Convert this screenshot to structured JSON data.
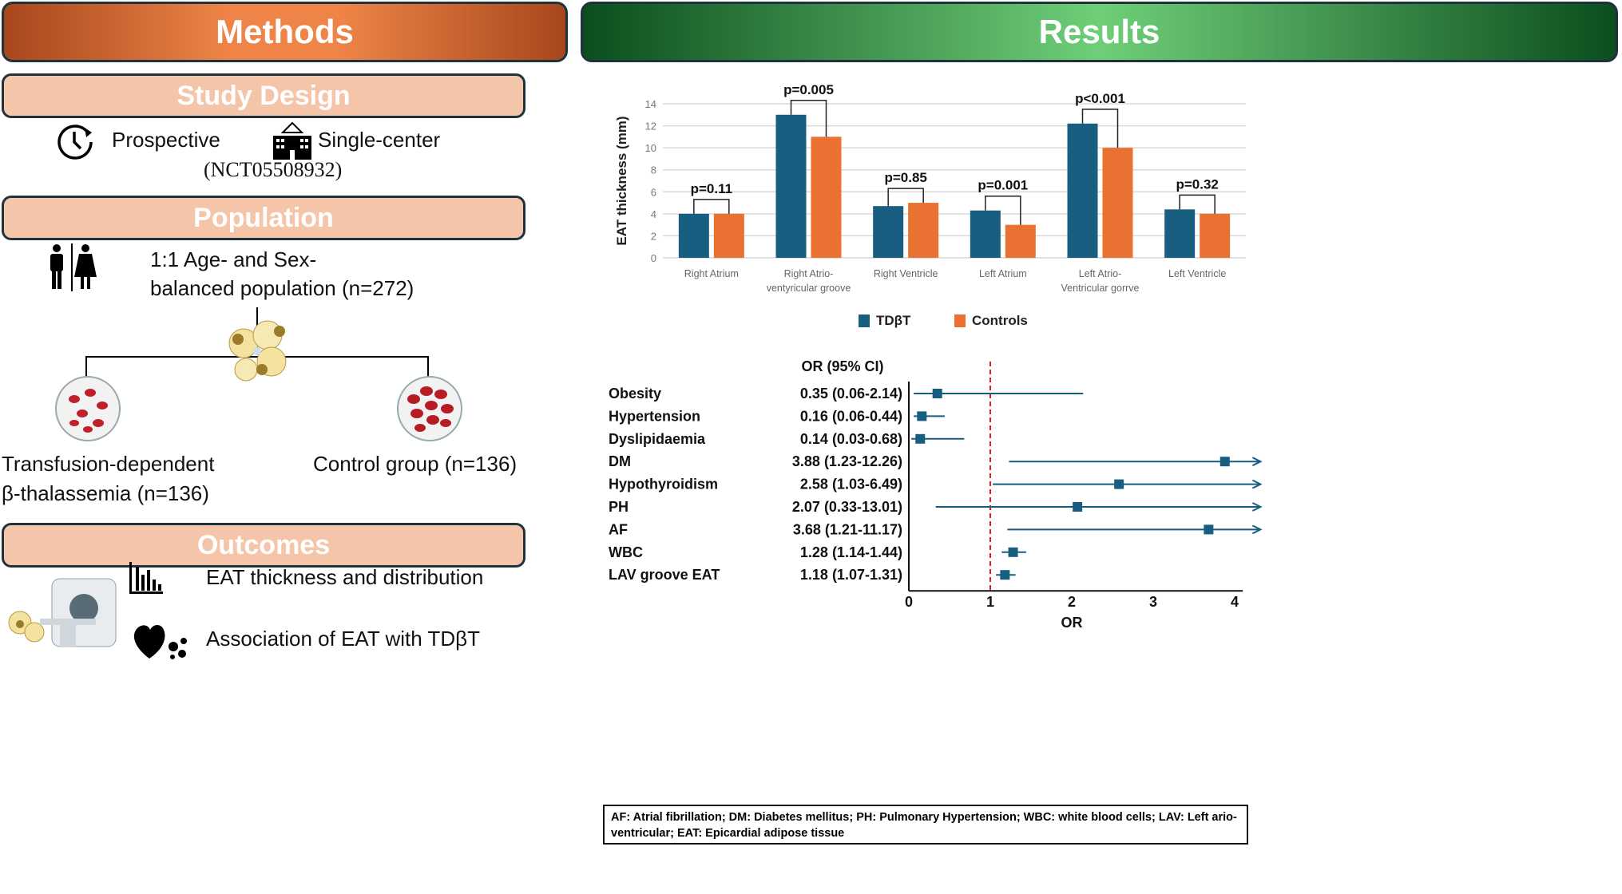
{
  "methods": {
    "title": "Methods",
    "study_design": {
      "title": "Study Design",
      "prospective": "Prospective",
      "single_center": "Single-center",
      "trial_id": "(NCT05508932)"
    },
    "population": {
      "title": "Population",
      "line1": "1:1 Age- and Sex-",
      "line2": "balanced population (n=272)",
      "group1_line1": "Transfusion-dependent",
      "group1_line2": "β-thalassemia (n=136)",
      "group2": "Control group (n=136)"
    },
    "outcomes": {
      "title": "Outcomes",
      "item1": "EAT thickness and distribution",
      "item2": "Association of EAT with TDβT"
    }
  },
  "results": {
    "title": "Results"
  },
  "colors": {
    "tdbt": "#175e80",
    "controls": "#e97132",
    "methods_accent": "#ee8447",
    "results_accent": "#2f8f3f",
    "section_fill": "#f5c5a9",
    "ref_line": "#e02020"
  },
  "chart_data": [
    {
      "type": "bar",
      "ylabel": "EAT thickness (mm)",
      "ylim": [
        0,
        14
      ],
      "yticks": [
        "0",
        "2",
        "4",
        "6",
        "8",
        "10",
        "12",
        "14"
      ],
      "grid": true,
      "legend_placement": "bottom",
      "categories": [
        [
          "Right Atrium"
        ],
        [
          "Right Atrio-",
          "ventyricular groove"
        ],
        [
          "Right Ventricle"
        ],
        [
          "Left Atrium"
        ],
        [
          "Left Atrio-",
          "Ventricular gorrve"
        ],
        [
          "Left Ventricle"
        ]
      ],
      "series": [
        {
          "name": "TDβT",
          "values": [
            4.0,
            13.0,
            4.7,
            4.3,
            12.2,
            4.4
          ]
        },
        {
          "name": "Controls",
          "values": [
            4.0,
            11.0,
            5.0,
            3.0,
            10.0,
            4.0
          ]
        }
      ],
      "p_values": [
        "p=0.11",
        "p=0.005",
        "p=0.85",
        "p=0.001",
        "p<0.001",
        "p=0.32"
      ]
    },
    {
      "type": "forest",
      "column_header": "OR (95% CI)",
      "xlabel": "OR",
      "xlim": [
        0,
        4
      ],
      "xticks": [
        "0",
        "1",
        "2",
        "3",
        "4"
      ],
      "reference": 1,
      "rows": [
        {
          "label": "Obesity",
          "text": "0.35 (0.06-2.14)",
          "or": 0.35,
          "lo": 0.06,
          "hi": 2.14
        },
        {
          "label": "Hypertension",
          "text": "0.16 (0.06-0.44)",
          "or": 0.16,
          "lo": 0.06,
          "hi": 0.44
        },
        {
          "label": "Dyslipidaemia",
          "text": "0.14 (0.03-0.68)",
          "or": 0.14,
          "lo": 0.03,
          "hi": 0.68
        },
        {
          "label": "DM",
          "text": "3.88 (1.23-12.26)",
          "or": 3.88,
          "lo": 1.23,
          "hi": 12.26
        },
        {
          "label": "Hypothyroidism",
          "text": "2.58 (1.03-6.49)",
          "or": 2.58,
          "lo": 1.03,
          "hi": 6.49
        },
        {
          "label": "PH",
          "text": "2.07 (0.33-13.01)",
          "or": 2.07,
          "lo": 0.33,
          "hi": 13.01
        },
        {
          "label": "AF",
          "text": "3.68 (1.21-11.17)",
          "or": 3.68,
          "lo": 1.21,
          "hi": 11.17
        },
        {
          "label": "WBC",
          "text": "1.28 (1.14-1.44)",
          "or": 1.28,
          "lo": 1.14,
          "hi": 1.44
        },
        {
          "label": "LAV groove EAT",
          "text": "1.18 (1.07-1.31)",
          "or": 1.18,
          "lo": 1.07,
          "hi": 1.31
        }
      ]
    }
  ],
  "abbreviations": "AF: Atrial fibrillation; DM: Diabetes mellitus; PH: Pulmonary Hypertension; WBC: white blood cells; LAV: Left ario-ventricular; EAT: Epicardial adipose tissue"
}
